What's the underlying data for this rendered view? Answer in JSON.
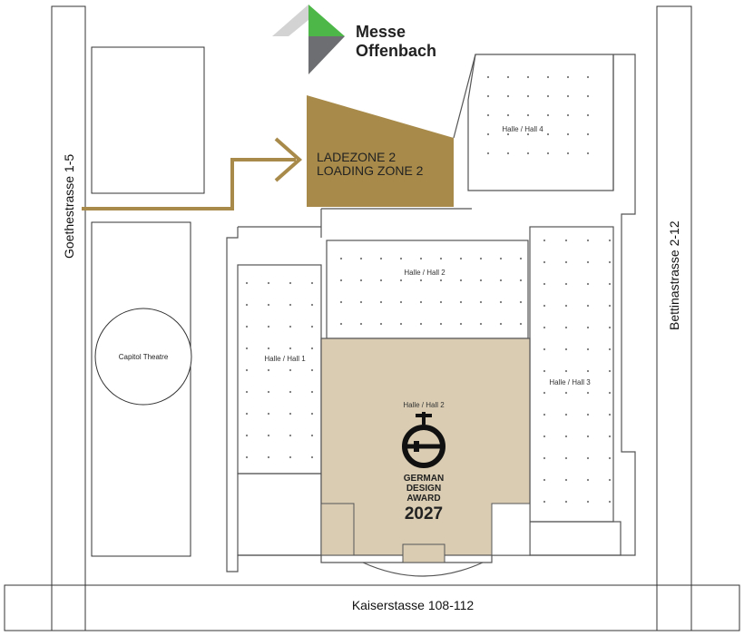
{
  "brand": {
    "name_line1": "Messe",
    "name_line2": "Offenbach",
    "logo_green": "#4db848",
    "logo_gray": "#6d6e71"
  },
  "streets": {
    "west": "Goethestrasse 1-5",
    "east": "Bettinastrasse 2-12",
    "south": "Kaiserstasse 108-112"
  },
  "buildings": {
    "theatre": "Capitol Theatre"
  },
  "halls": {
    "hall1": "Halle / Hall 1",
    "hall2_north": "Halle / Hall 2",
    "hall2_south": "Halle / Hall 2",
    "hall3": "Halle / Hall 3",
    "hall4": "Halle / Hall 4"
  },
  "loading_zone": {
    "line1": "LADEZONE 2",
    "line2": "LOADING ZONE 2",
    "color": "#a88b4a"
  },
  "award": {
    "line1": "GERMAN",
    "line2": "DESIGN",
    "line3": "AWARD",
    "year": "2027"
  },
  "colors": {
    "highlight_hall": "#d9ccb2",
    "arrow": "#a88b4a",
    "lines": "#555555"
  }
}
